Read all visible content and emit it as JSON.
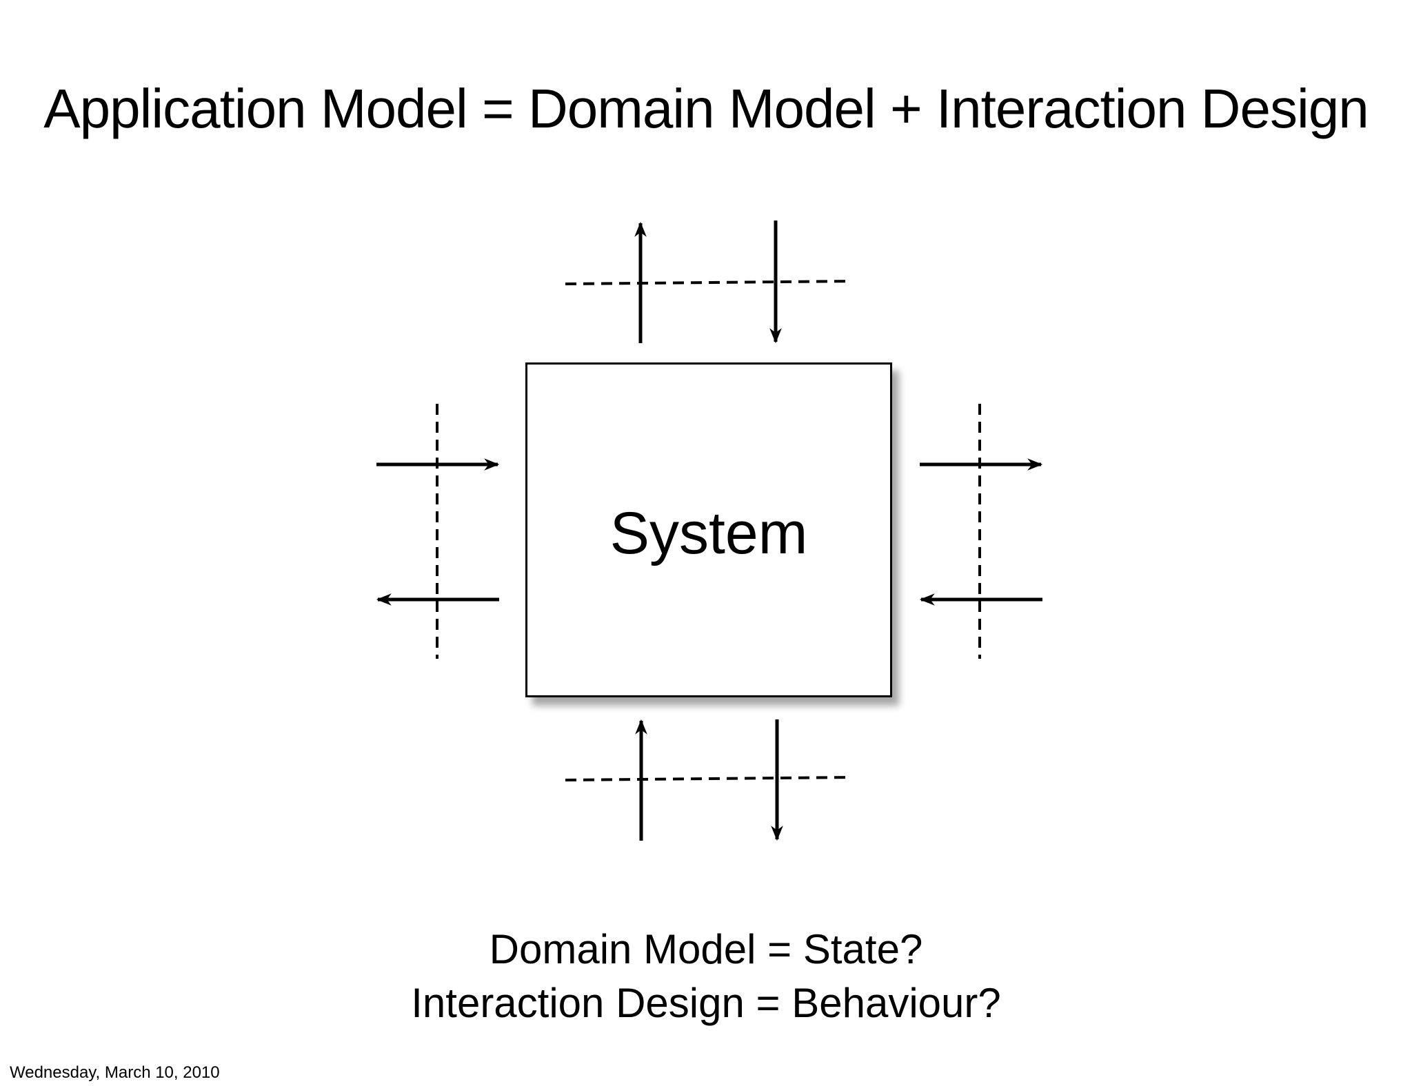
{
  "slide": {
    "title": "Application Model = Domain Model + Interaction Design",
    "system_label": "System",
    "caption_line_1": "Domain Model = State?",
    "caption_line_2": "Interaction Design = Behaviour?",
    "footer_date": "Wednesday, March 10, 2010"
  },
  "diagram": {
    "line_color": "#000000",
    "boundary_style": "dashed",
    "flows": [
      {
        "side": "top",
        "direction": "out"
      },
      {
        "side": "top",
        "direction": "in"
      },
      {
        "side": "left",
        "direction": "in"
      },
      {
        "side": "left",
        "direction": "out"
      },
      {
        "side": "right",
        "direction": "out"
      },
      {
        "side": "right",
        "direction": "in"
      },
      {
        "side": "bottom",
        "direction": "in"
      },
      {
        "side": "bottom",
        "direction": "out"
      }
    ]
  }
}
